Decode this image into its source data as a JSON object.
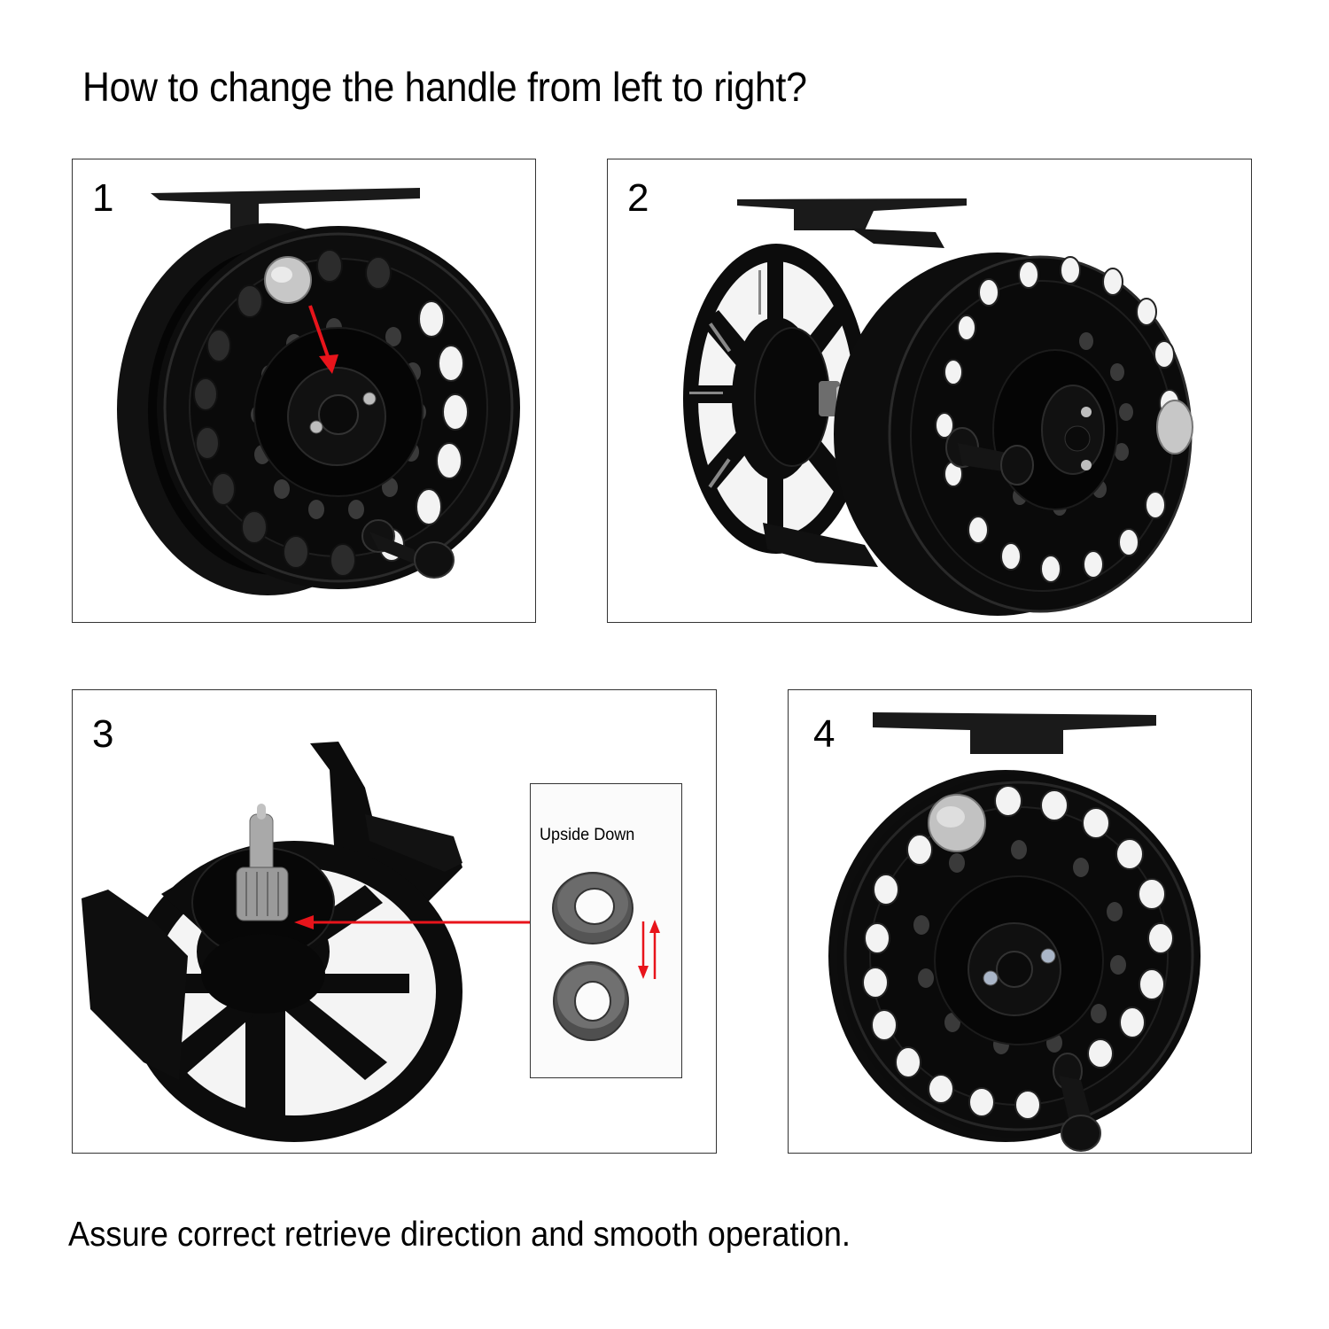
{
  "document": {
    "title": "How to change the handle from left to right?",
    "footer": "Assure correct retrieve direction and smooth operation."
  },
  "steps": [
    {
      "number": "1",
      "description": "Fly reel front view with spool; red arrow points from the line guard knob down to the center spool cap screws",
      "arrow_color": "#e8141b"
    },
    {
      "number": "2",
      "description": "Spool removed and pulled forward from the frame, exposing the spindle and bearing nut"
    },
    {
      "number": "3",
      "description": "Frame with spool removed showing spindle; one-way bearing ring to be flipped",
      "inset": {
        "label": "Upside Down",
        "arrow_color": "#e8141b"
      }
    },
    {
      "number": "4",
      "description": "Reassembled reel with handle now positioned for right-hand retrieve"
    }
  ],
  "colors": {
    "accent_red": "#e8141b",
    "reel_black": "#0c0c0c",
    "panel_border": "#333333",
    "metal": "#b9b9b9"
  }
}
